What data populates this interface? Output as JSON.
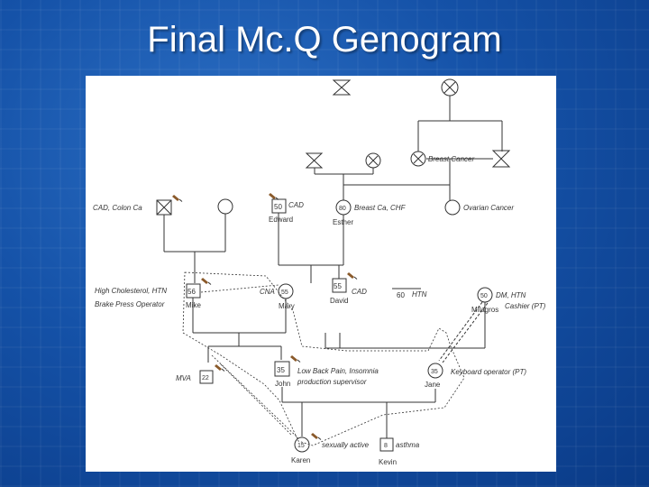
{
  "title": "Final Mc.Q Genogram",
  "labels": {
    "breast_cancer": "Breast Cancer",
    "cad_colon": "CAD, Colon Ca",
    "edward_age": "50",
    "edward_cad": "CAD",
    "edward_name": "Edward",
    "esther_age": "80",
    "esther_dx": "Breast Ca, CHF",
    "esther_name": "Esther",
    "ovarian": "Ovarian Cancer",
    "mike_dx1": "High Cholesterol, HTN",
    "mike_dx2": "Brake Press Operator",
    "mike_age": "56",
    "mike_name": "Mike",
    "mary_cna": "CNA",
    "mary_age": "55",
    "mary_name": "Mary",
    "david_age": "55",
    "david_cad": "CAD",
    "david_name": "David",
    "htn_age": "60",
    "htn": "HTN",
    "milagros_age": "50",
    "milagros_dx": "DM, HTN",
    "milagros_job": "Cashier (PT)",
    "milagros_name": "Milagros",
    "mva": "MVA",
    "mva_age": "22",
    "john_age": "35",
    "john_dx1": "Low Back Pain, Insomnia",
    "john_dx2": "production supervisor",
    "john_name": "John",
    "jane_age": "35",
    "jane_job": "Keyboard operator (PT)",
    "jane_name": "Jane",
    "karen_age": "15",
    "karen_note": "sexually active",
    "karen_name": "Karen",
    "kevin_age": "8",
    "kevin_note": "asthma",
    "kevin_name": "Kevin"
  },
  "colors": {
    "line": "#333333",
    "bottle": "#8a5a2b",
    "title_text": "#ffffff"
  }
}
